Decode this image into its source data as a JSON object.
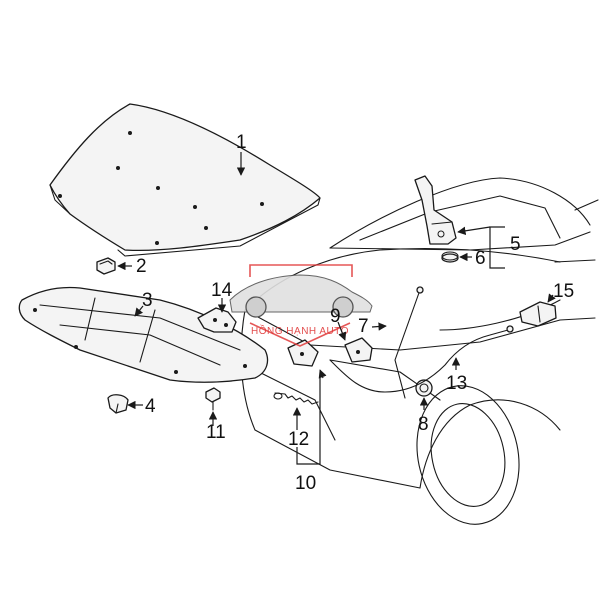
{
  "diagram": {
    "callouts": {
      "c1": "1",
      "c2": "2",
      "c3": "3",
      "c4": "4",
      "c5": "5",
      "c6": "6",
      "c7": "7",
      "c8": "8",
      "c9": "9",
      "c10": "10",
      "c11": "11",
      "c12": "12",
      "c13": "13",
      "c14": "14",
      "c15": "15"
    },
    "watermark": {
      "text": "HỒNG HẠNH AUTO",
      "color": "#e03a3a"
    },
    "colors": {
      "line": "#1a1a1a",
      "part_fill": "#f4f4f4",
      "accent": "#e03a3a"
    }
  }
}
